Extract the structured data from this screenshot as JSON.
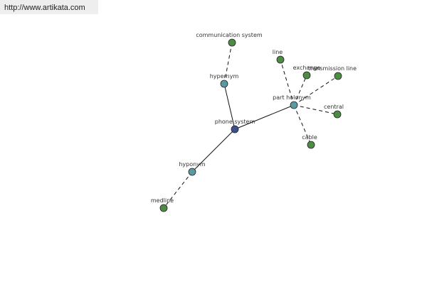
{
  "watermark": "http://www.artikata.com",
  "colors": {
    "center": "#3d4f8f",
    "relation": "#5a9aa0",
    "leaf": "#4e8c46"
  },
  "graph": {
    "nodes": [
      {
        "id": "phone-system",
        "label": "phone system",
        "kind": "center"
      },
      {
        "id": "hypernym",
        "label": "hypernym",
        "kind": "relation"
      },
      {
        "id": "hyponym",
        "label": "hyponym",
        "kind": "relation"
      },
      {
        "id": "part-holonym",
        "label": "part holonym",
        "kind": "relation"
      },
      {
        "id": "communication-system",
        "label": "communication system",
        "kind": "leaf"
      },
      {
        "id": "medline",
        "label": "medline",
        "kind": "leaf"
      },
      {
        "id": "line",
        "label": "line",
        "kind": "leaf"
      },
      {
        "id": "exchange",
        "label": "exchange",
        "kind": "leaf"
      },
      {
        "id": "transmission-line",
        "label": "transmission line",
        "kind": "leaf"
      },
      {
        "id": "central",
        "label": "central",
        "kind": "leaf"
      },
      {
        "id": "cable",
        "label": "cable",
        "kind": "leaf"
      }
    ],
    "edges": [
      {
        "from": "phone-system",
        "to": "hypernym",
        "style": "solid"
      },
      {
        "from": "phone-system",
        "to": "hyponym",
        "style": "solid"
      },
      {
        "from": "phone-system",
        "to": "part-holonym",
        "style": "solid"
      },
      {
        "from": "hypernym",
        "to": "communication-system",
        "style": "dashed"
      },
      {
        "from": "hyponym",
        "to": "medline",
        "style": "dashed"
      },
      {
        "from": "part-holonym",
        "to": "line",
        "style": "dashed"
      },
      {
        "from": "part-holonym",
        "to": "exchange",
        "style": "dashed"
      },
      {
        "from": "part-holonym",
        "to": "transmission-line",
        "style": "dashed"
      },
      {
        "from": "part-holonym",
        "to": "central",
        "style": "dashed"
      },
      {
        "from": "part-holonym",
        "to": "cable",
        "style": "dashed"
      }
    ]
  }
}
